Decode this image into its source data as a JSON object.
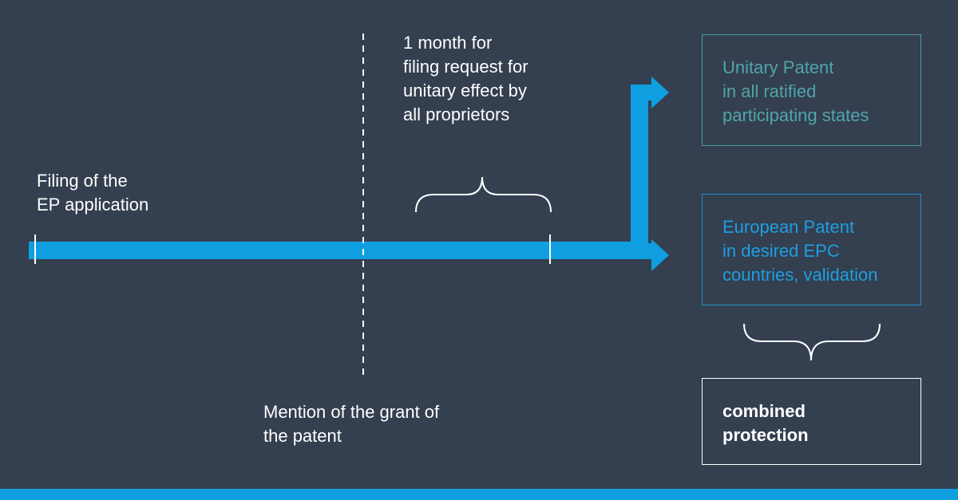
{
  "filing": {
    "line1": "Filing of the",
    "line2": "EP application"
  },
  "period": {
    "line1": "1 month for",
    "line2": "filing request for",
    "line3": "unitary effect by",
    "line4": "all proprietors"
  },
  "grant": {
    "line1": "Mention of the grant of",
    "line2": "the patent"
  },
  "unitary_box": {
    "line1": "Unitary Patent",
    "line2": "in all ratified",
    "line3": "participating states"
  },
  "european_box": {
    "line1": "European Patent",
    "line2": "in desired EPC",
    "line3": "countries, validation"
  },
  "combined_box": {
    "line1": "combined",
    "line2": "protection"
  },
  "colors": {
    "background": "#343f50",
    "timeline": "#0f9fe0",
    "unitary": "#4fa6a8",
    "european": "#1e9ee0",
    "text": "#ffffff"
  }
}
